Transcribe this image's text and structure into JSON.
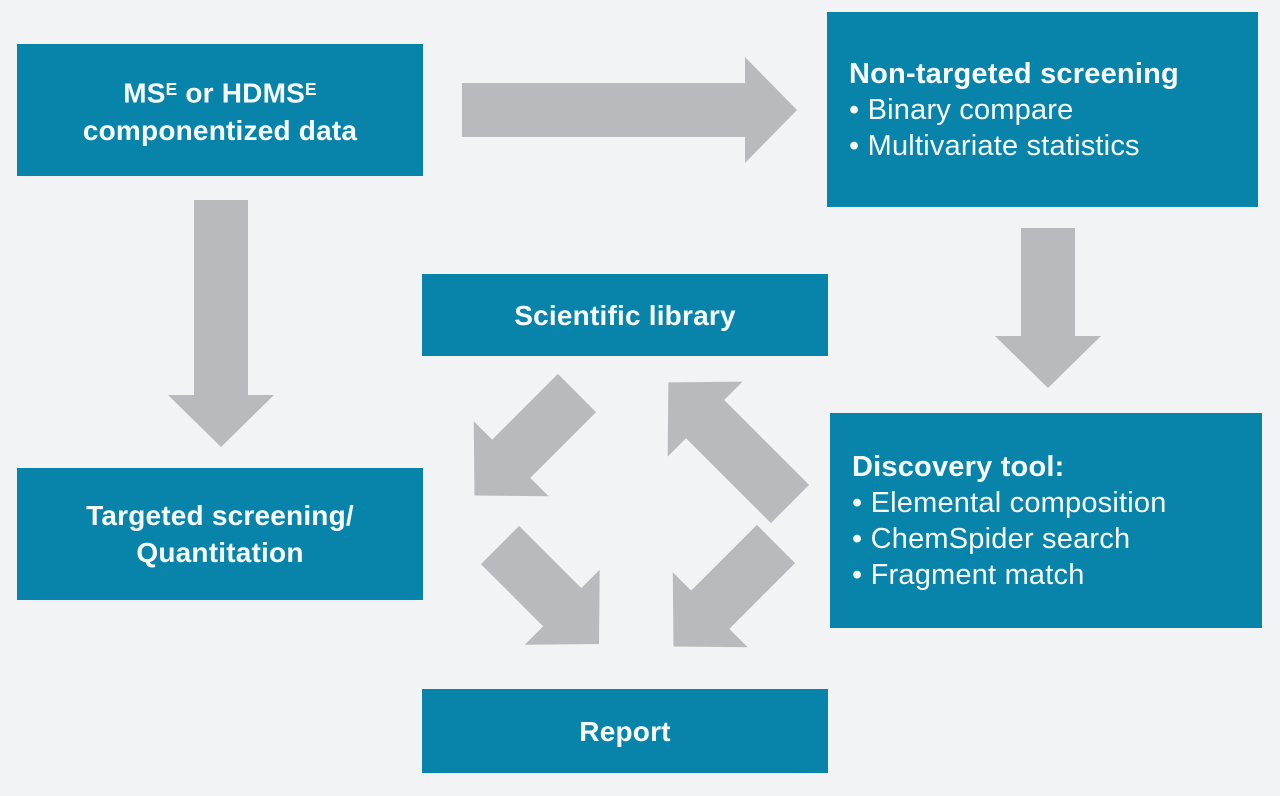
{
  "colors": {
    "box_bg": "#0884ab",
    "arrow": "#b9babd",
    "background": "#f2f3f5",
    "text": "#f7fbfc"
  },
  "boxes": {
    "componentized": {
      "line1_ms": "MS",
      "line1_sup1": "E",
      "line1_mid": " or HDMS",
      "line1_sup2": "E",
      "line2": "componentized data"
    },
    "non_targeted": {
      "title": "Non-targeted screening",
      "bullets": [
        "• Binary compare",
        "• Multivariate statistics"
      ]
    },
    "scientific_library": {
      "title": "Scientific library"
    },
    "targeted": {
      "line1": "Targeted screening/",
      "line2": "Quantitation"
    },
    "discovery": {
      "title": "Discovery tool:",
      "bullets": [
        "• Elemental composition",
        "• ChemSpider search",
        "• Fragment match"
      ]
    },
    "report": {
      "title": "Report"
    }
  },
  "arrows": [
    {
      "name": "arrow-componentized-to-nontargeted",
      "direction": "right"
    },
    {
      "name": "arrow-componentized-to-targeted",
      "direction": "down"
    },
    {
      "name": "arrow-nontargeted-to-discovery",
      "direction": "down"
    },
    {
      "name": "arrow-scilib-to-targeted",
      "direction": "down-left"
    },
    {
      "name": "arrow-discovery-to-scilib",
      "direction": "up-left"
    },
    {
      "name": "arrow-targeted-to-report",
      "direction": "down-right"
    },
    {
      "name": "arrow-discovery-to-report",
      "direction": "down-left"
    }
  ]
}
